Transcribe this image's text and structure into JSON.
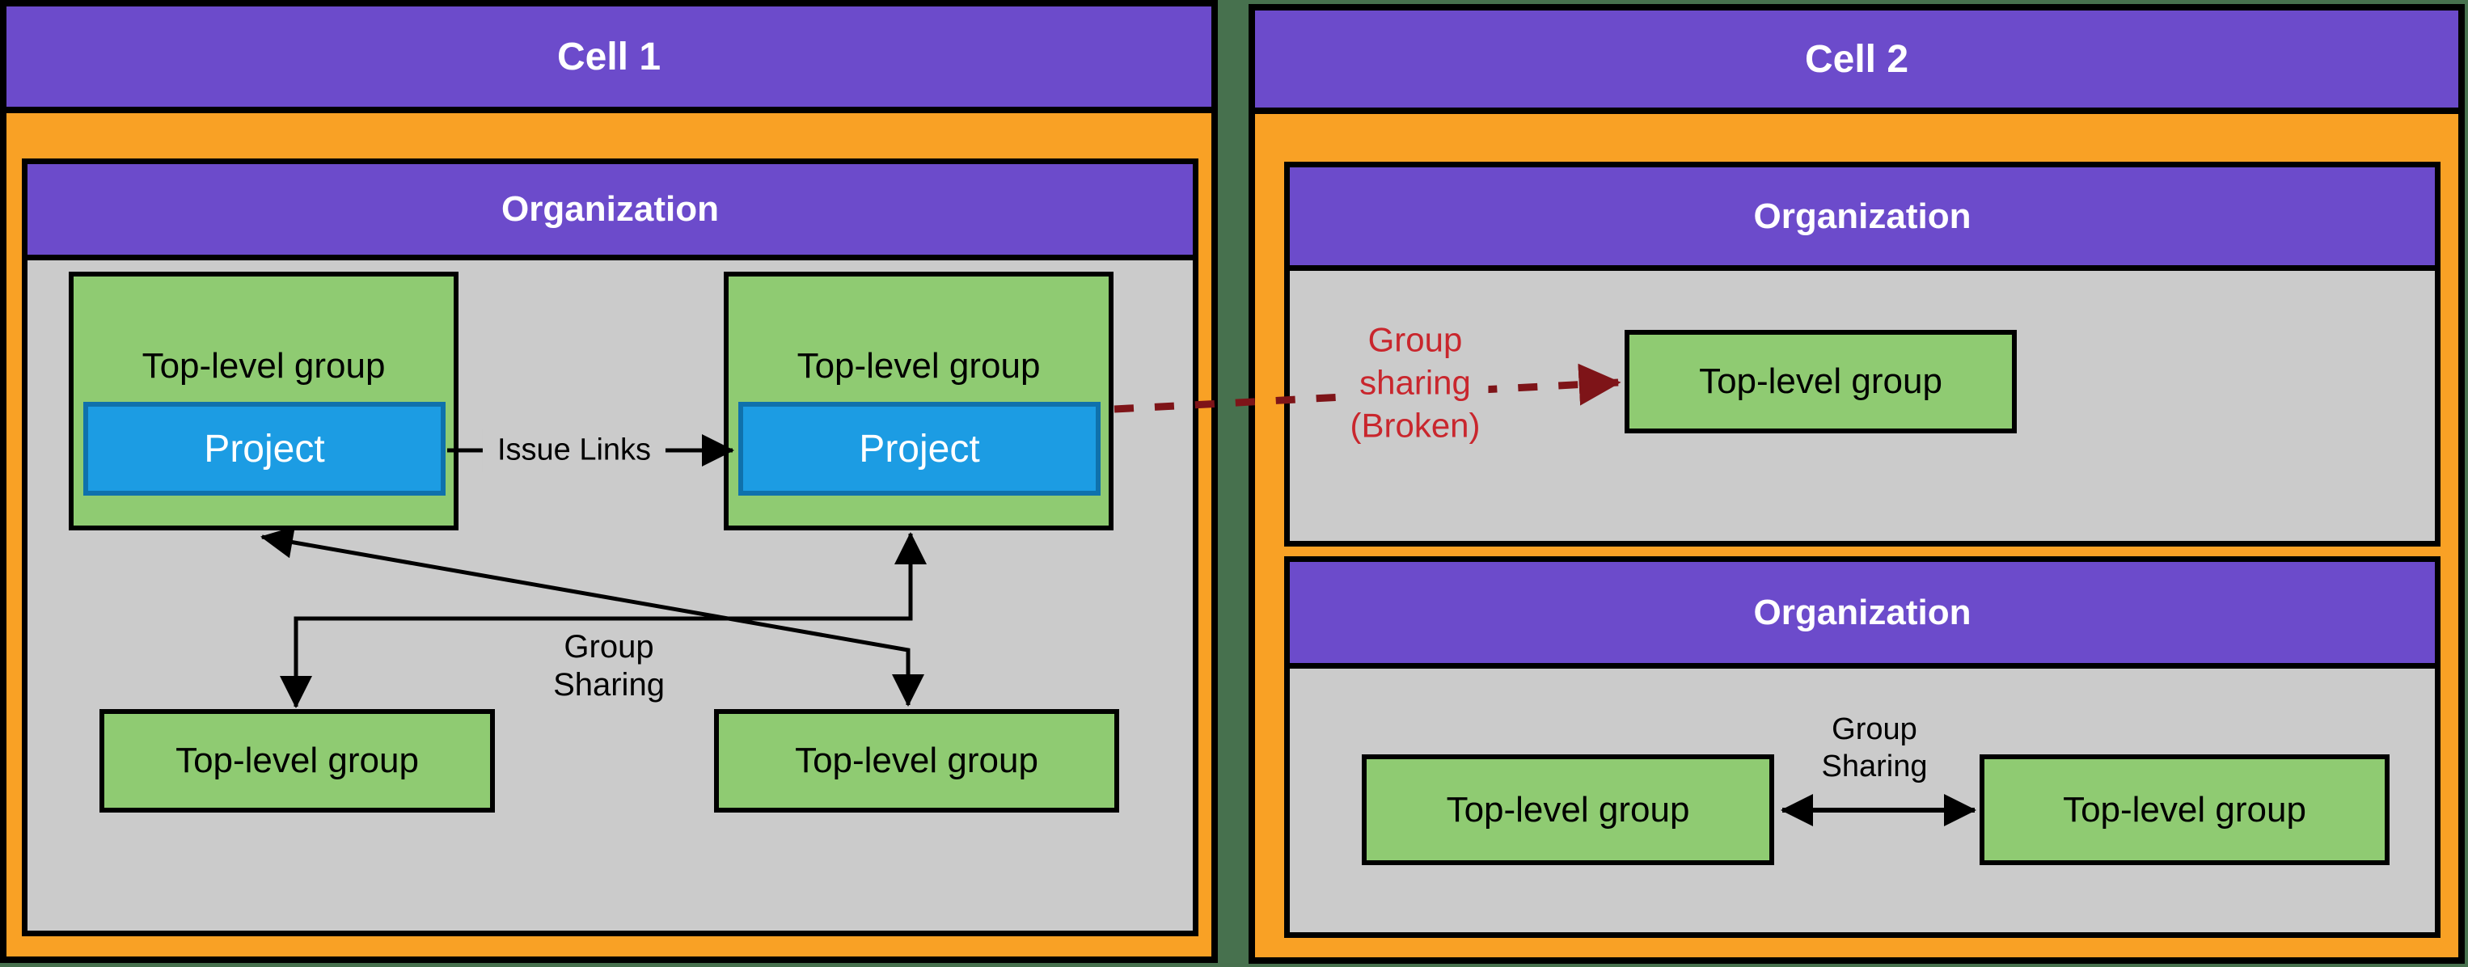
{
  "diagram": {
    "description": "Two GitLab cells with organizations, top-level groups, projects and sharing relationships"
  },
  "colors": {
    "background_divider_green": "#47714E",
    "cell_fill_orange": "#F9A125",
    "header_purple": "#6C4BCB",
    "org_body_gray": "#CBCBCB",
    "group_green": "#8FCB72",
    "project_blue_fill": "#1C9CE3",
    "project_blue_border": "#0F71AC",
    "line_black": "#000000",
    "broken_text_red": "#C9262D",
    "broken_dash_dark_red": "#7E1418"
  },
  "cell1": {
    "title": "Cell 1",
    "org": {
      "title": "Organization",
      "groups": {
        "top_left": "Top-level group",
        "top_right": "Top-level group",
        "bottom_left": "Top-level group",
        "bottom_right": "Top-level group"
      },
      "projects": {
        "left": "Project",
        "right": "Project"
      },
      "labels": {
        "issue_links": "Issue Links",
        "group_sharing_line1": "Group",
        "group_sharing_line2": "Sharing"
      }
    }
  },
  "cell2": {
    "title": "Cell 2",
    "org_top": {
      "title": "Organization",
      "group": "Top-level group"
    },
    "org_bottom": {
      "title": "Organization",
      "group_left": "Top-level group",
      "group_right": "Top-level group",
      "labels": {
        "group_sharing_line1": "Group",
        "group_sharing_line2": "Sharing"
      }
    }
  },
  "broken_link_label": {
    "line1": "Group",
    "line2": "sharing",
    "line3": "(Broken)"
  }
}
